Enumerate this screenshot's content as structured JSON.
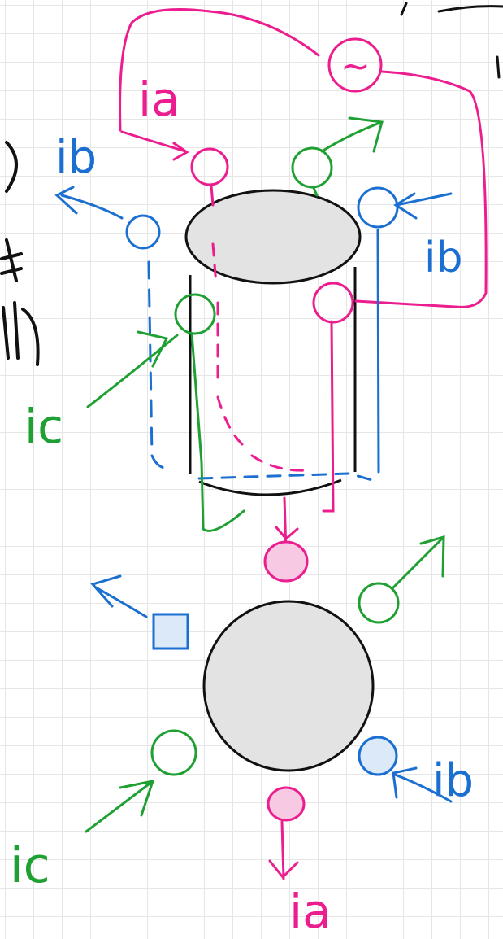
{
  "colors": {
    "pink": "#ec1d8e",
    "pink_fill": "#f7c9e2",
    "blue": "#1a6fd1",
    "blue_fill": "#dce9f8",
    "green": "#1fa032",
    "black": "#111111",
    "gray_fill": "#e3e3e3",
    "grid": "#e6e6e6"
  },
  "labels": {
    "ia_top": "ia",
    "ib_left_top": "ib",
    "ib_right_top": "ib",
    "ic_left_mid": "ic",
    "ib_right_bottom": "ib",
    "ic_left_bottom": "ic",
    "ia_bottom": "ia",
    "source_symbol": "~"
  }
}
